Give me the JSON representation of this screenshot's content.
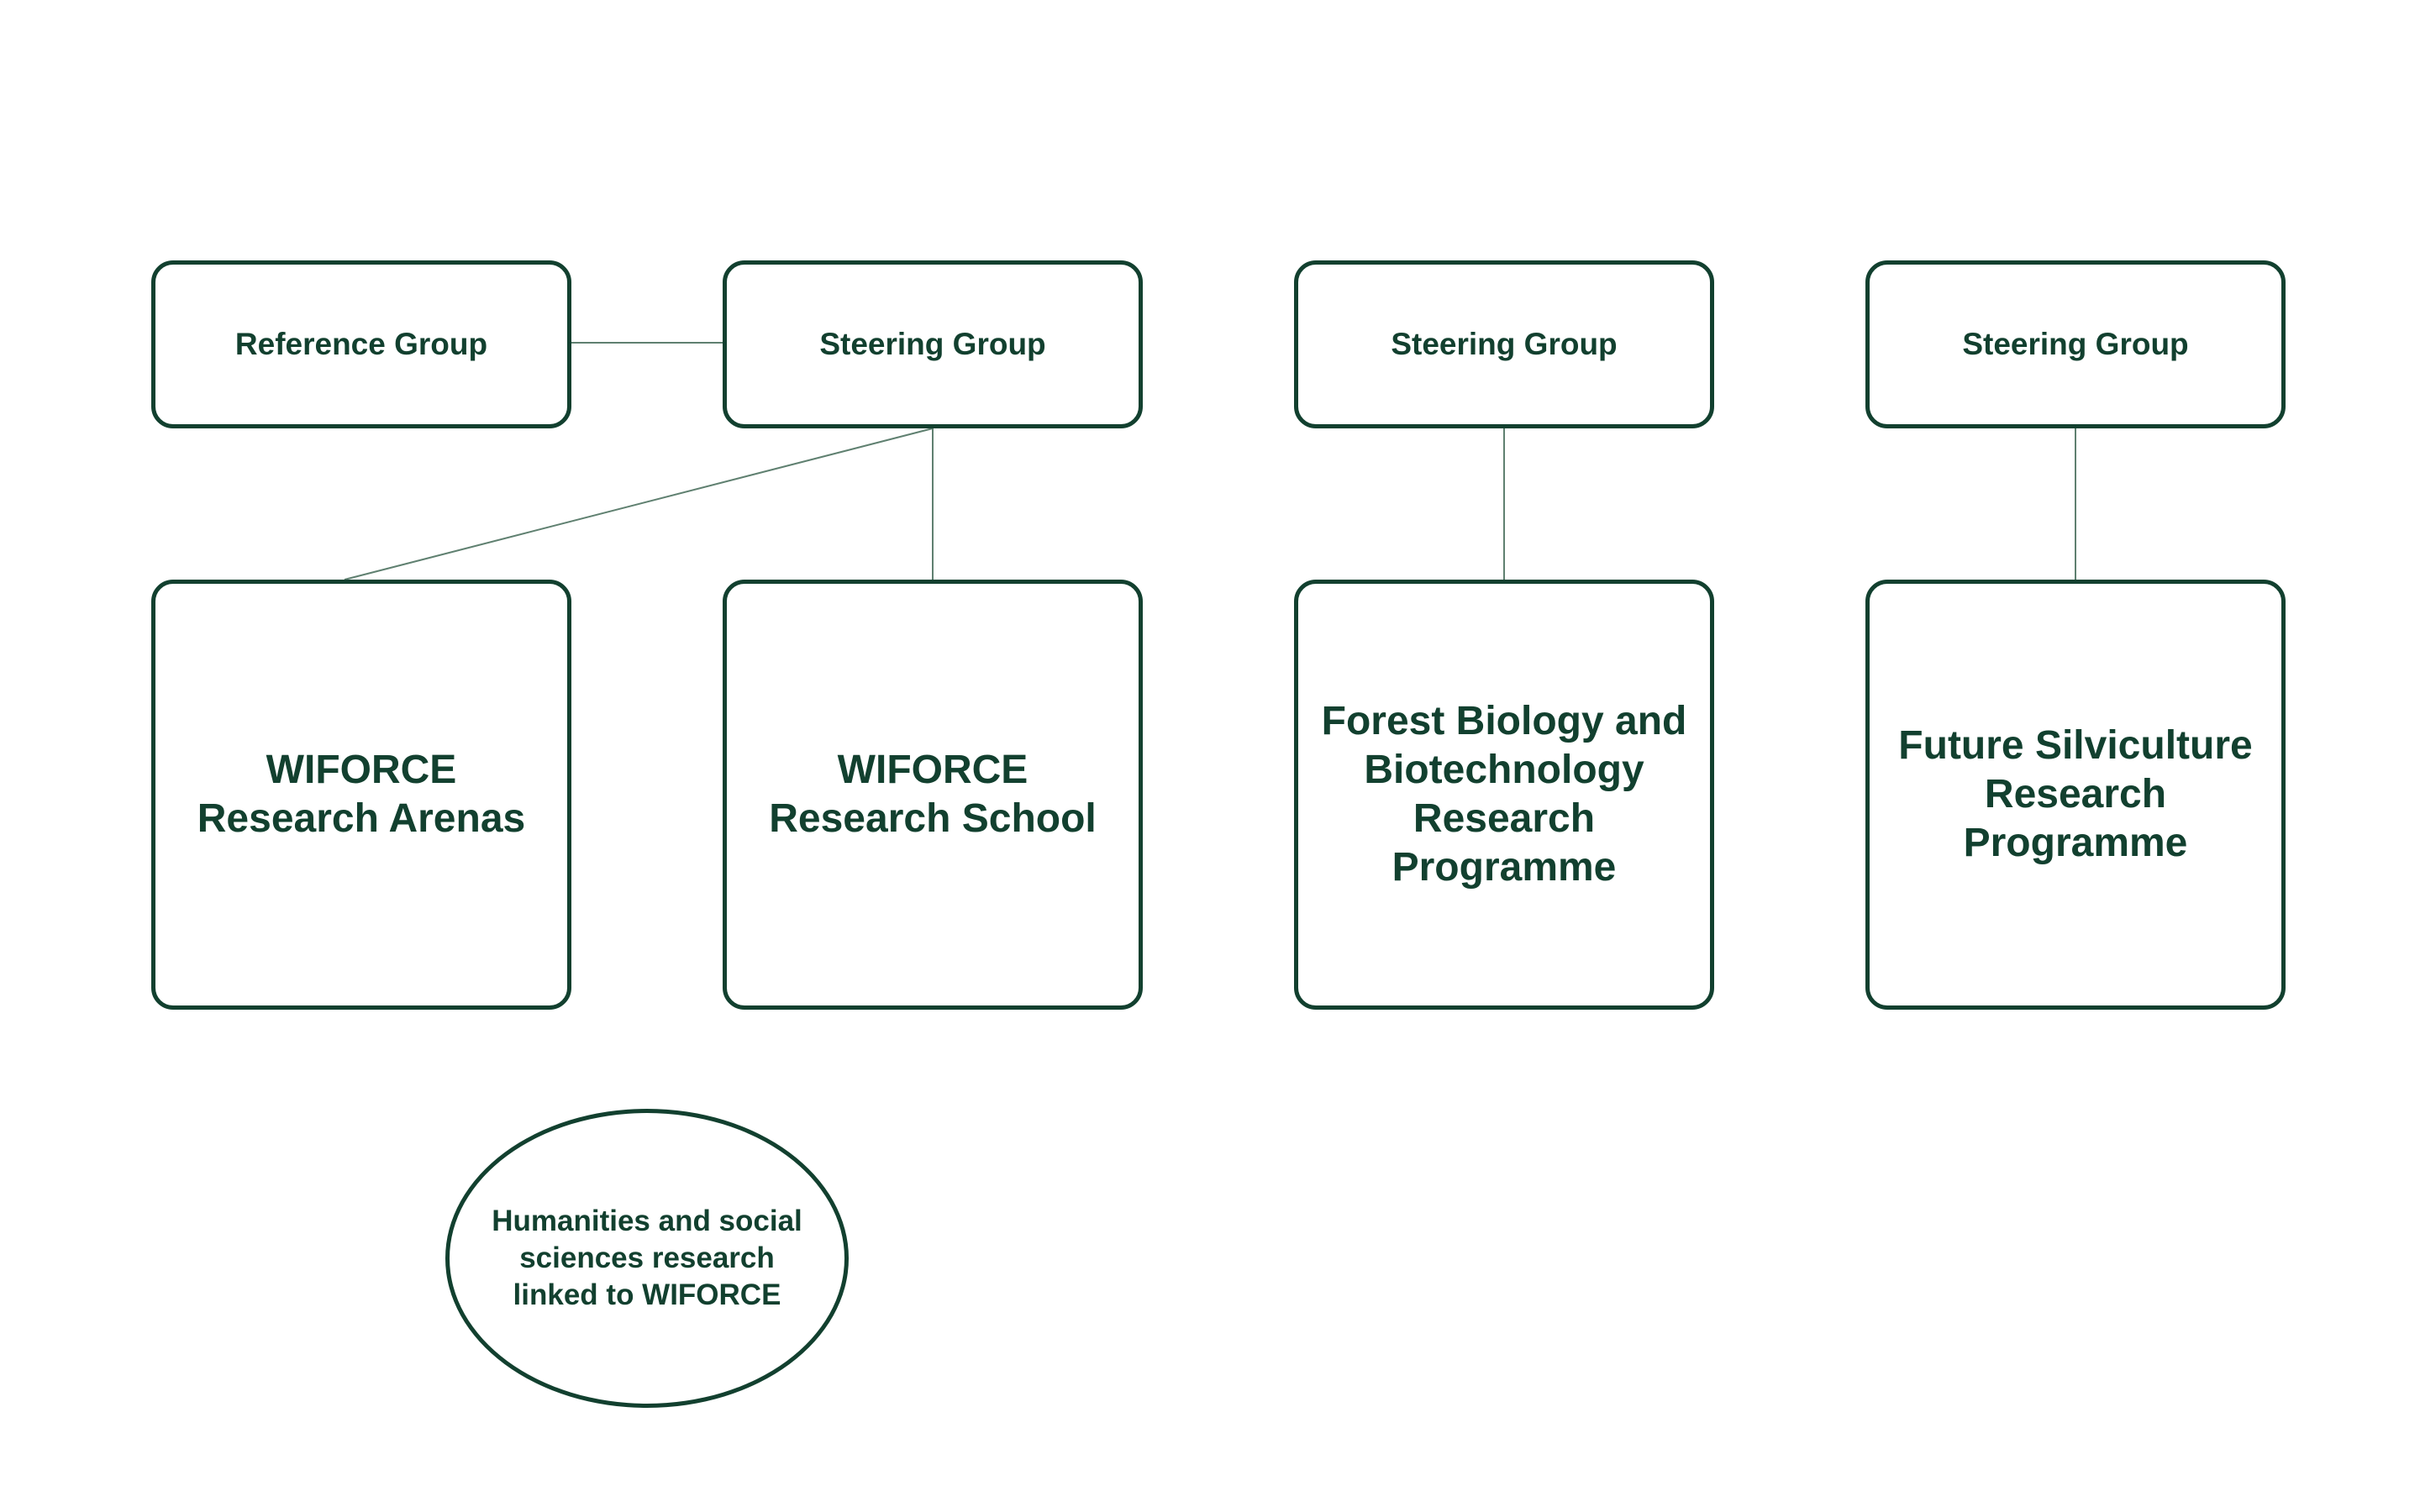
{
  "top_row": {
    "reference_group": "Reference Group",
    "steering_group_1": "Steering Group",
    "steering_group_2": "Steering Group",
    "steering_group_3": "Steering Group"
  },
  "bottom_row": {
    "research_arenas": "WIFORCE\nResearch Arenas",
    "research_school": "WIFORCE\nResearch School",
    "forest_biology": "Forest Biology and\nBiotechnology\nResearch Programme",
    "future_silviculture": "Future Silviculture\nResearch Programme"
  },
  "humanities": "Humanities and social\nsciences research\nlinked to WIFORCE",
  "colors": {
    "node_border": "#12402f",
    "text": "#12402f",
    "connector": "#5f8070",
    "background": "#ffffff"
  }
}
